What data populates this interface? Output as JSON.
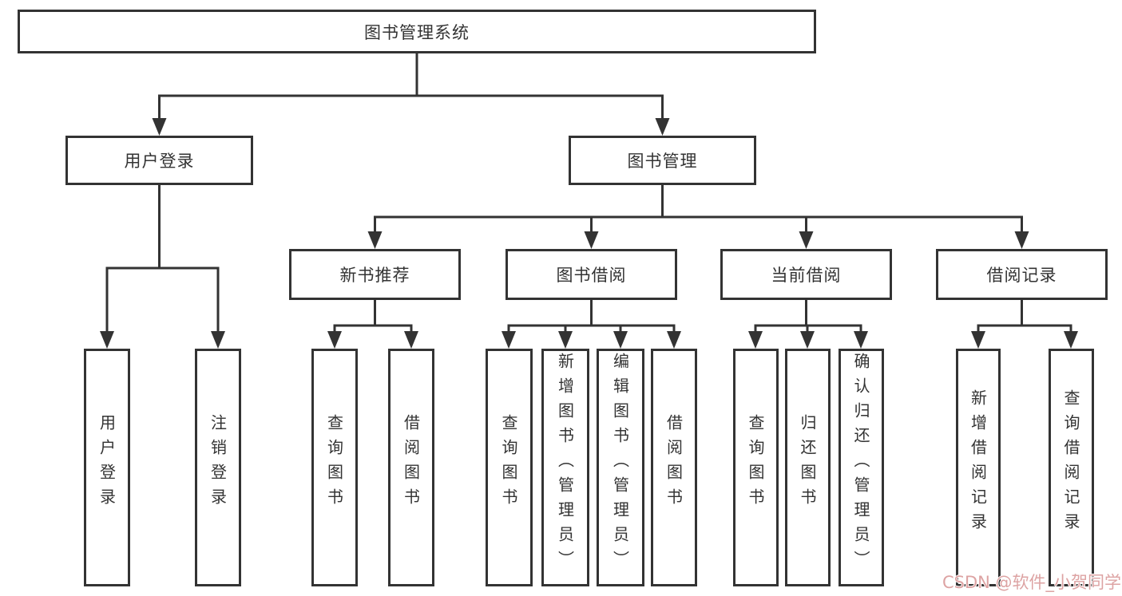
{
  "tree": {
    "label": "图书管理系统",
    "children": [
      {
        "label": "用户登录",
        "children": [
          {
            "label": "用户登录"
          },
          {
            "label": "注销登录"
          }
        ]
      },
      {
        "label": "图书管理",
        "children": [
          {
            "label": "新书推荐",
            "children": [
              {
                "label": "查询图书"
              },
              {
                "label": "借阅图书"
              }
            ]
          },
          {
            "label": "图书借阅",
            "children": [
              {
                "label": "查询图书"
              },
              {
                "label": "新增图书（管理员）"
              },
              {
                "label": "编辑图书（管理员）"
              },
              {
                "label": "借阅图书"
              }
            ]
          },
          {
            "label": "当前借阅",
            "children": [
              {
                "label": "查询图书"
              },
              {
                "label": "归还图书"
              },
              {
                "label": "确认归还（管理员）"
              }
            ]
          },
          {
            "label": "借阅记录",
            "children": [
              {
                "label": "新增借阅记录"
              },
              {
                "label": "查询借阅记录"
              }
            ]
          }
        ]
      }
    ]
  },
  "watermark": {
    "text": "CSDN @软件_小贺同学"
  },
  "colors": {
    "line": "#333333",
    "text": "#333333",
    "watermark": "#dda3a3",
    "background": "#ffffff"
  }
}
